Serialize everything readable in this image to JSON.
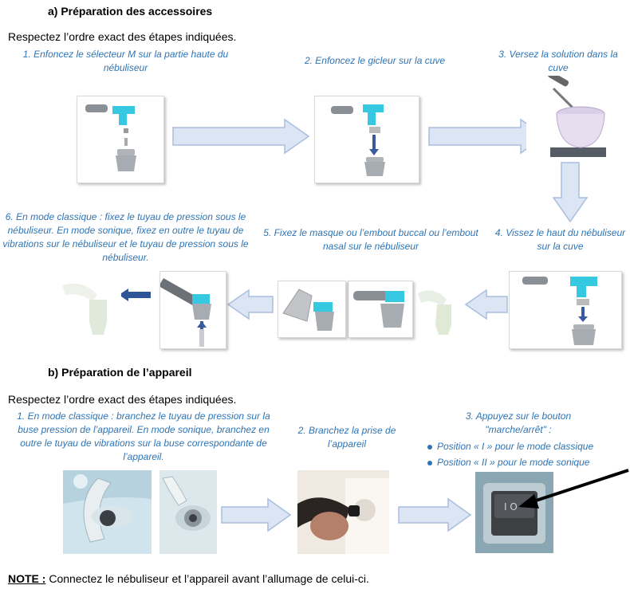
{
  "section_a": {
    "title": "a)    Préparation des accessoires",
    "instruction": "Respectez l’ordre exact des étapes indiquées.",
    "steps": [
      {
        "label": "1. Enfoncez le sélecteur M sur la partie haute du nébuliseur"
      },
      {
        "label": "2. Enfoncez le gicleur sur la cuve"
      },
      {
        "label": "3. Versez la solution dans la cuve"
      },
      {
        "label": "4. Vissez le haut du nébuliseur sur la cuve"
      },
      {
        "label": "5. Fixez le masque ou l’embout buccal ou l’embout nasal sur le nébuliseur"
      },
      {
        "label": "6. En mode classique : fixez le tuyau de pression sous le nébuliseur. En mode sonique, fixez en outre le tuyau de vibrations sur le nébuliseur et le tuyau de pression sous le nébuliseur."
      }
    ]
  },
  "section_b": {
    "title": "b)    Préparation de l’appareil",
    "instruction": "Respectez l’ordre exact des étapes indiquées.",
    "steps": [
      {
        "label": "1. En mode classique : branchez le tuyau de pression sur la buse pression de l’appareil. En mode sonique, branchez en outre le tuyau de vibrations sur la buse correspondante de l’appareil."
      },
      {
        "label": "2. Branchez la prise de l’appareil"
      },
      {
        "label": "3. Appuyez sur le bouton \"marche/arrêt\" :"
      }
    ],
    "bullets": [
      "Position « I » pour le mode classique",
      "Position « II » pour le mode sonique"
    ],
    "switch_symbols": "I O"
  },
  "note": {
    "label": "NOTE :",
    "text": " Connectez le nébuliseur et l’appareil avant l’allumage de celui-ci."
  },
  "colors": {
    "step_text": "#2e74b5",
    "arrow_fill": "#dbe5f4",
    "arrow_stroke": "#a9bedd",
    "nozzle": "#35c8e0",
    "dark_arrow": "#2f5597"
  }
}
